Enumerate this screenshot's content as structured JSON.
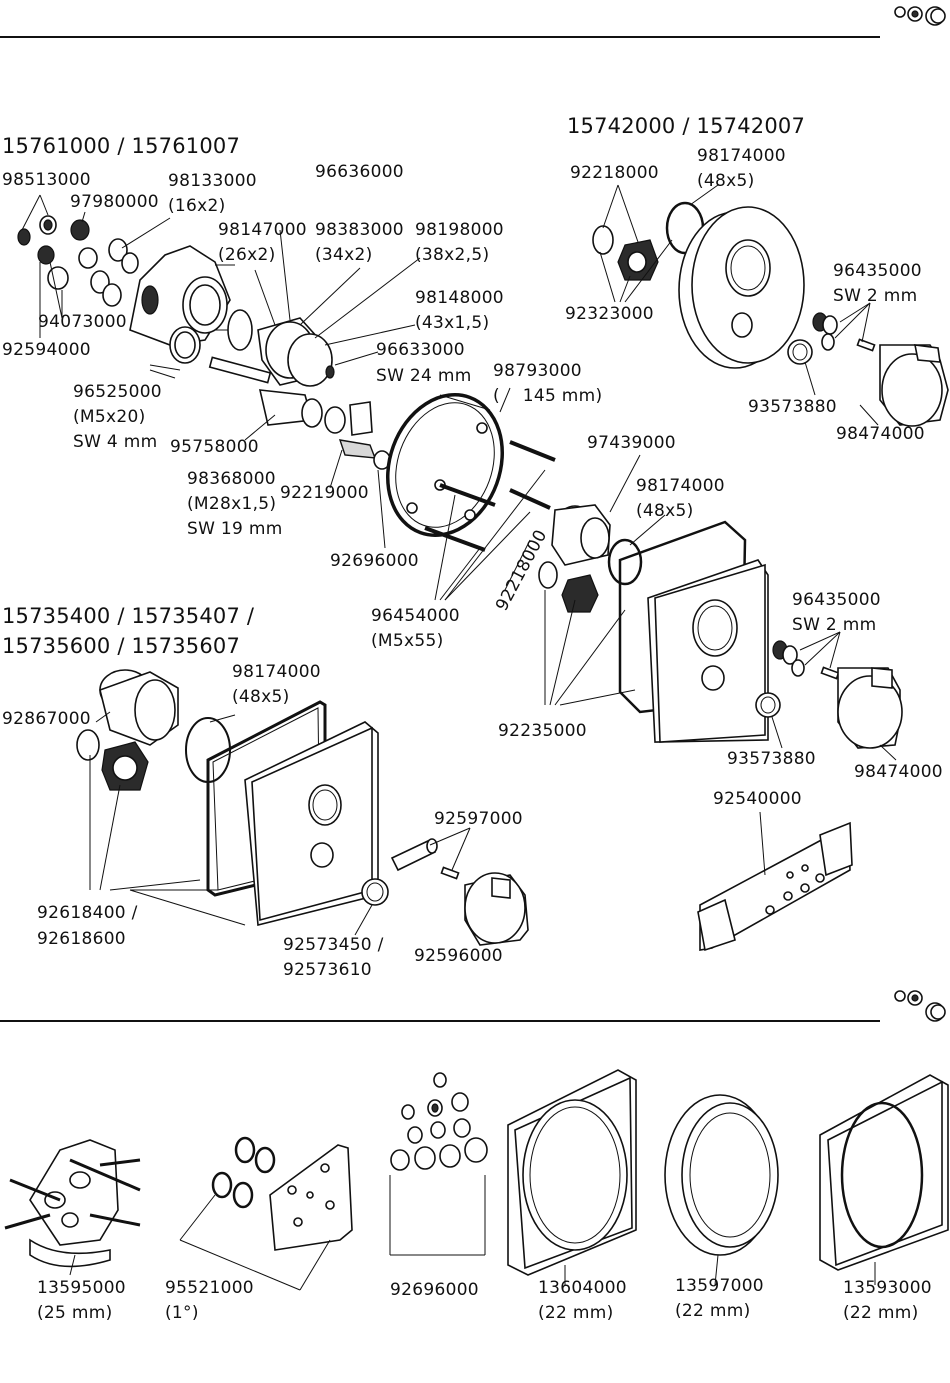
{
  "titles": {
    "set_a": "15761000 / 15761007",
    "set_b": "15742000 / 15742007",
    "set_c_line1": "15735400 / 15735407 /",
    "set_c_line2": "15735600 / 15735607"
  },
  "labels": {
    "p98513000": "98513000",
    "p97980000": "97980000",
    "p98133000": "98133000",
    "p98133000_size": "(16x2)",
    "p96636000": "96636000",
    "p98147000": "98147000",
    "p98147000_size": "(26x2)",
    "p98383000": "98383000",
    "p98383000_size": "(34x2)",
    "p98198000": "98198000",
    "p98198000_size": "(38x2,5)",
    "p98148000": "98148000",
    "p98148000_size": "(43x1,5)",
    "p94073000": "94073000",
    "p92594000": "92594000",
    "p96633000": "96633000",
    "p96633000_sw": "SW 24 mm",
    "p96525000": "96525000",
    "p96525000_size": "(M5x20)",
    "p96525000_sw": "SW 4 mm",
    "p98793000": "98793000",
    "p98793000_size": "(    145 mm)",
    "p95758000": "95758000",
    "p98368000": "98368000",
    "p98368000_size": "(M28x1,5)",
    "p98368000_sw": "SW 19 mm",
    "p92219000": "92219000",
    "p92696000_a": "92696000",
    "p92218000_a": "92218000",
    "p98174000_a": "98174000",
    "p98174000_a_size": "(48x5)",
    "p92323000": "92323000",
    "p96435000_a": "96435000",
    "p96435000_a_sw": "SW 2 mm",
    "p93573880_a": "93573880",
    "p98474000_a": "98474000",
    "p97439000": "97439000",
    "p98174000_b": "98174000",
    "p98174000_b_size": "(48x5)",
    "p92218000_b": "92218000",
    "p96454000": "96454000",
    "p96454000_size": "(M5x55)",
    "p96435000_b": "96435000",
    "p96435000_b_sw": "SW 2 mm",
    "p92235000": "92235000",
    "p93573880_b": "93573880",
    "p98474000_b": "98474000",
    "p92540000": "92540000",
    "p98174000_c": "98174000",
    "p98174000_c_size": "(48x5)",
    "p92867000": "92867000",
    "p92597000": "92597000",
    "p92618400": "92618400 /",
    "p92618600": "92618600",
    "p92573450": "92573450 /",
    "p92573610": "92573610",
    "p92596000": "92596000",
    "p13595000": "13595000",
    "p13595000_size": "(25 mm)",
    "p95521000": "95521000",
    "p95521000_size": "(1°)",
    "p92696000_b": "92696000",
    "p13604000": "13604000",
    "p13604000_size": "(22 mm)",
    "p13597000": "13597000",
    "p13597000_size": "(22 mm)",
    "p13593000": "13593000",
    "p13593000_size": "(22 mm)"
  }
}
